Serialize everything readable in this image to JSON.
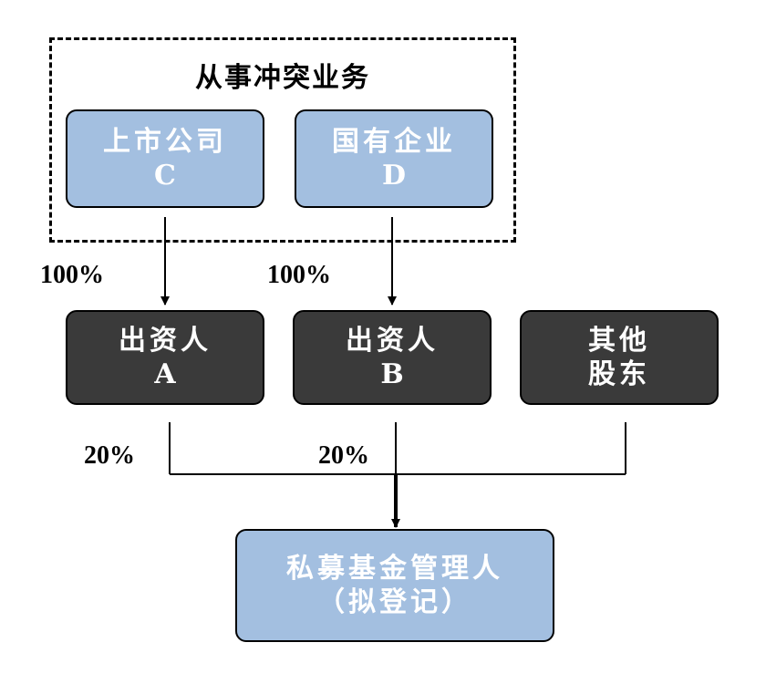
{
  "group": {
    "title": "从事冲突业务"
  },
  "nodes": {
    "listed_company": {
      "line1": "上市公司",
      "line2": "C"
    },
    "state_enterprise": {
      "line1": "国有企业",
      "line2": "D"
    },
    "investor_a": {
      "line1": "出资人",
      "line2": "A"
    },
    "investor_b": {
      "line1": "出资人",
      "line2": "B"
    },
    "other_shareholders": {
      "line1": "其他",
      "line2": "股东"
    },
    "fund_manager": {
      "line1": "私募基金管理人",
      "line2": "（拟登记）"
    }
  },
  "edges": {
    "c_to_a": "100%",
    "d_to_b": "100%",
    "a_to_fund": "20%",
    "b_to_fund": "20%"
  },
  "colors": {
    "light_node": "#a3bfe0",
    "dark_node": "#3a3a3a",
    "line": "#000000"
  }
}
